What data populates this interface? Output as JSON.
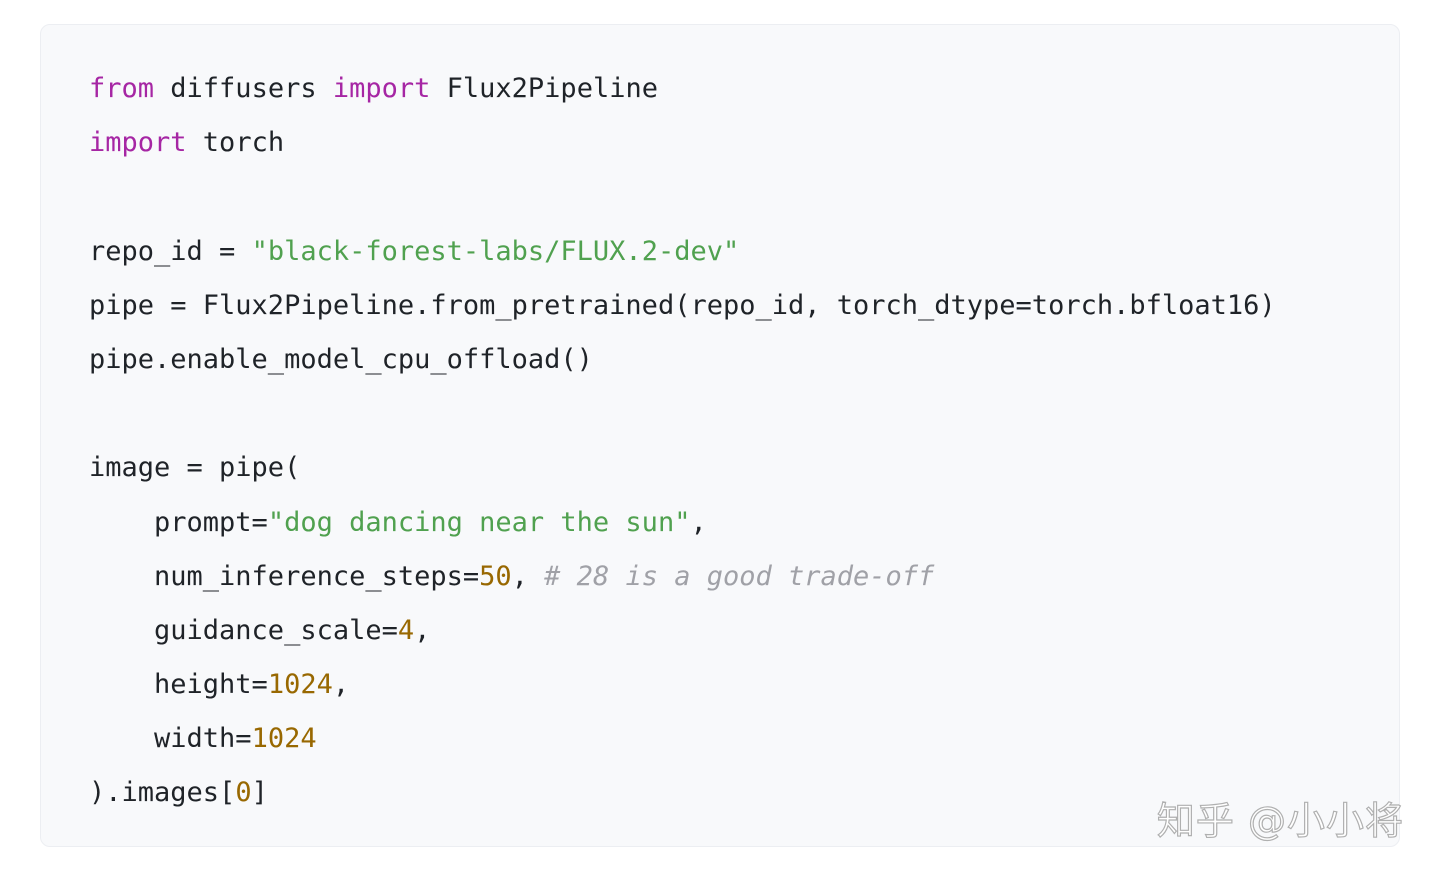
{
  "code": {
    "lines": [
      [
        {
          "t": "kw",
          "v": "from"
        },
        {
          "t": "plain",
          "v": " diffusers "
        },
        {
          "t": "kw",
          "v": "import"
        },
        {
          "t": "plain",
          "v": " Flux2Pipeline"
        }
      ],
      [
        {
          "t": "kw",
          "v": "import"
        },
        {
          "t": "plain",
          "v": " torch"
        }
      ],
      [],
      [
        {
          "t": "plain",
          "v": "repo_id = "
        },
        {
          "t": "str",
          "v": "\"black-forest-labs/FLUX.2-dev\""
        }
      ],
      [
        {
          "t": "plain",
          "v": "pipe = Flux2Pipeline.from_pretrained(repo_id, torch_dtype=torch.bfloat16)"
        }
      ],
      [
        {
          "t": "plain",
          "v": "pipe.enable_model_cpu_offload()"
        }
      ],
      [],
      [
        {
          "t": "plain",
          "v": "image = pipe("
        }
      ],
      [
        {
          "t": "plain",
          "v": "    prompt="
        },
        {
          "t": "str",
          "v": "\"dog dancing near the sun\""
        },
        {
          "t": "plain",
          "v": ","
        }
      ],
      [
        {
          "t": "plain",
          "v": "    num_inference_steps="
        },
        {
          "t": "num",
          "v": "50"
        },
        {
          "t": "plain",
          "v": ", "
        },
        {
          "t": "cmt",
          "v": "# 28 is a good trade-off"
        }
      ],
      [
        {
          "t": "plain",
          "v": "    guidance_scale="
        },
        {
          "t": "num",
          "v": "4"
        },
        {
          "t": "plain",
          "v": ","
        }
      ],
      [
        {
          "t": "plain",
          "v": "    height="
        },
        {
          "t": "num",
          "v": "1024"
        },
        {
          "t": "plain",
          "v": ","
        }
      ],
      [
        {
          "t": "plain",
          "v": "    width="
        },
        {
          "t": "num",
          "v": "1024"
        }
      ],
      [
        {
          "t": "plain",
          "v": ").images["
        },
        {
          "t": "num",
          "v": "0"
        },
        {
          "t": "plain",
          "v": "]"
        }
      ]
    ]
  },
  "syntax_colors": {
    "keyword": "#a626a4",
    "string": "#50a14f",
    "number": "#986801",
    "comment": "#a0a1a7",
    "text": "#1f2328",
    "background": "#f8f9fb"
  },
  "watermark": {
    "text": "知乎 @小小将"
  }
}
